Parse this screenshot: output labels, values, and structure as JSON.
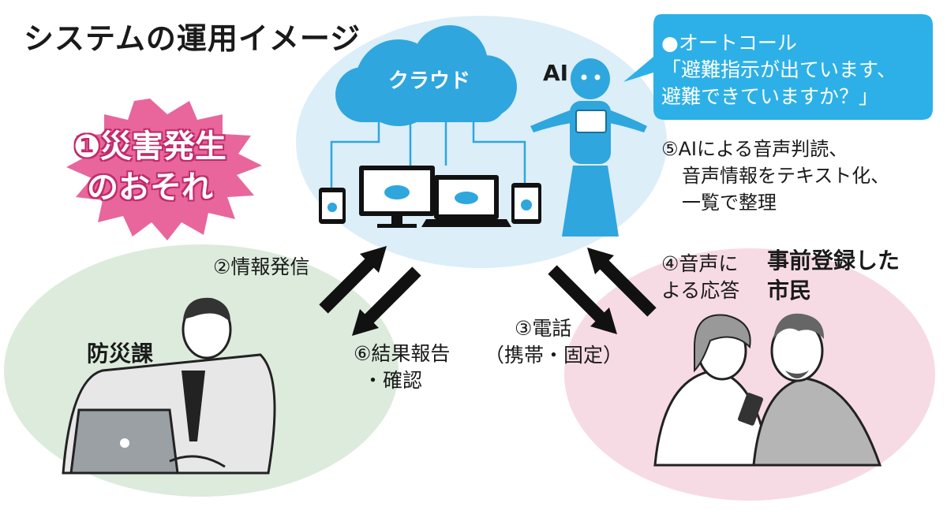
{
  "title": "システムの運用イメージ",
  "burst": {
    "line1": "❶災害発生",
    "line2": "のおそれ"
  },
  "cloud": {
    "label": "クラウド"
  },
  "ai": {
    "label": "AI"
  },
  "bubble": {
    "line1": "●オートコール",
    "line2": "「避難指示が出ています、",
    "line3": "避難できていますか？」"
  },
  "step5": {
    "line1": "⑤AIによる音声判読、",
    "line2": "音声情報をテキスト化、",
    "line3": "一覧で整理"
  },
  "step2": "②情報発信",
  "step6": {
    "line1": "⑥結果報告",
    "line2": "・確認"
  },
  "step3": {
    "line1": "③電話",
    "line2": "（携帯・固定）"
  },
  "step4": {
    "line1": "④音声に",
    "line2": "よる応答"
  },
  "office": {
    "label": "防災課"
  },
  "citizens": {
    "line1": "事前登録した",
    "line2": "市民"
  },
  "colors": {
    "cloud_area": "#dceef8",
    "cloud": "#2fa6de",
    "bubble": "#2db0e8",
    "burst": "#e8669b",
    "office_area": "#dcebdc",
    "citizen_area": "#f6dbe4",
    "arrow": "#111111"
  }
}
